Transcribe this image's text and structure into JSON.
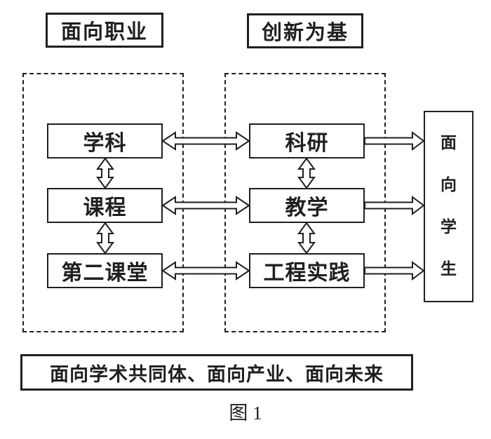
{
  "figure": {
    "top_labels": {
      "career": "面向职业",
      "innovation": "创新为基"
    },
    "nodes": {
      "discipline": "学科",
      "curriculum": "课程",
      "second_classroom": "第二课堂",
      "research": "科研",
      "teaching": "教学",
      "engineering_practice": "工程实践"
    },
    "facing_students": {
      "label": "面向学生",
      "chars": [
        "面",
        "向",
        "学",
        "生"
      ]
    },
    "bottom_banner": "面向学术共同体、面向产业、面向未来",
    "caption": "图 1",
    "colors": {
      "ink": "#1f1f1f",
      "background": "#ffffff"
    }
  }
}
